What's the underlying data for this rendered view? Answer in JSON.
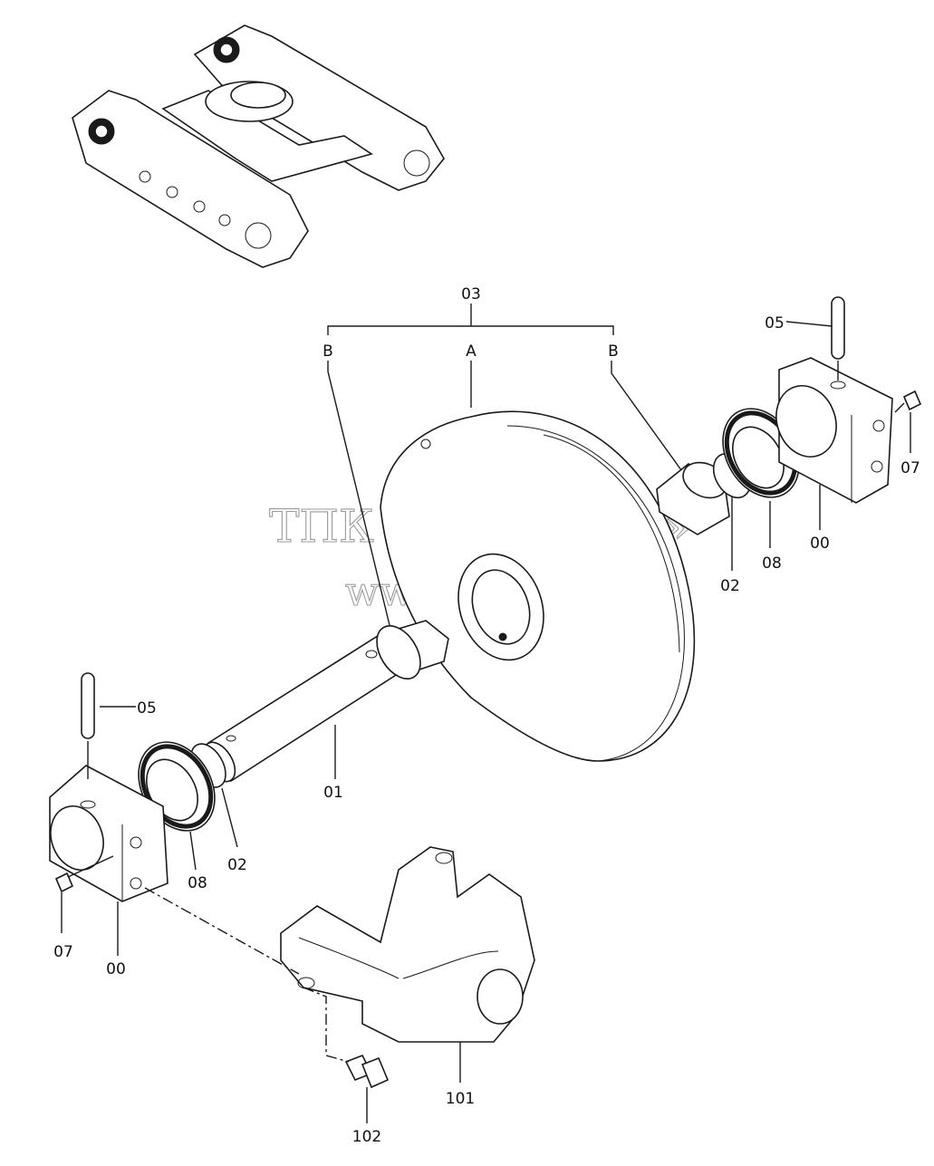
{
  "watermark": {
    "line1": "ТПК «Техно-Сиб»",
    "line2": "www.tpkts.ru"
  },
  "group": {
    "number": "03",
    "a": "A",
    "b_left": "B",
    "b_right": "B"
  },
  "labels": {
    "pin_right": "05",
    "pin_left": "05",
    "screw_right": "07",
    "screw_left": "07",
    "bracket_right": "00",
    "bracket_left": "00",
    "seal_right": "08",
    "seal_left": "08",
    "oring_right": "02",
    "oring_left": "02",
    "shaft": "01",
    "support": "101",
    "bolt": "102"
  }
}
